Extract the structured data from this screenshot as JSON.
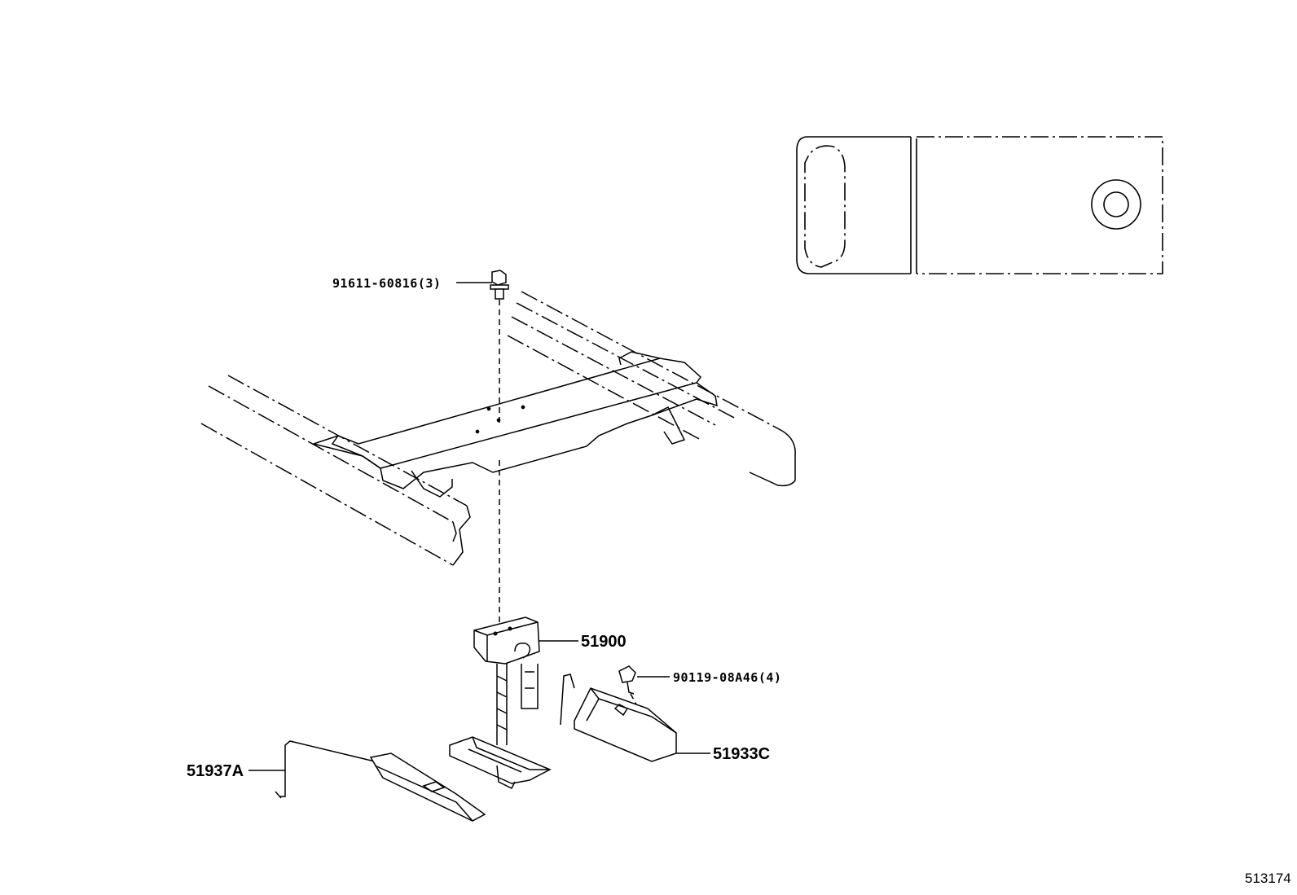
{
  "labels": {
    "bolt_part": "91611-60816(3)",
    "spare_carrier": "51900",
    "screw_part": "90119-08A46(4)",
    "bracket_right": "51933C",
    "bracket_left": "51937A"
  },
  "diagram_ref": "513174"
}
